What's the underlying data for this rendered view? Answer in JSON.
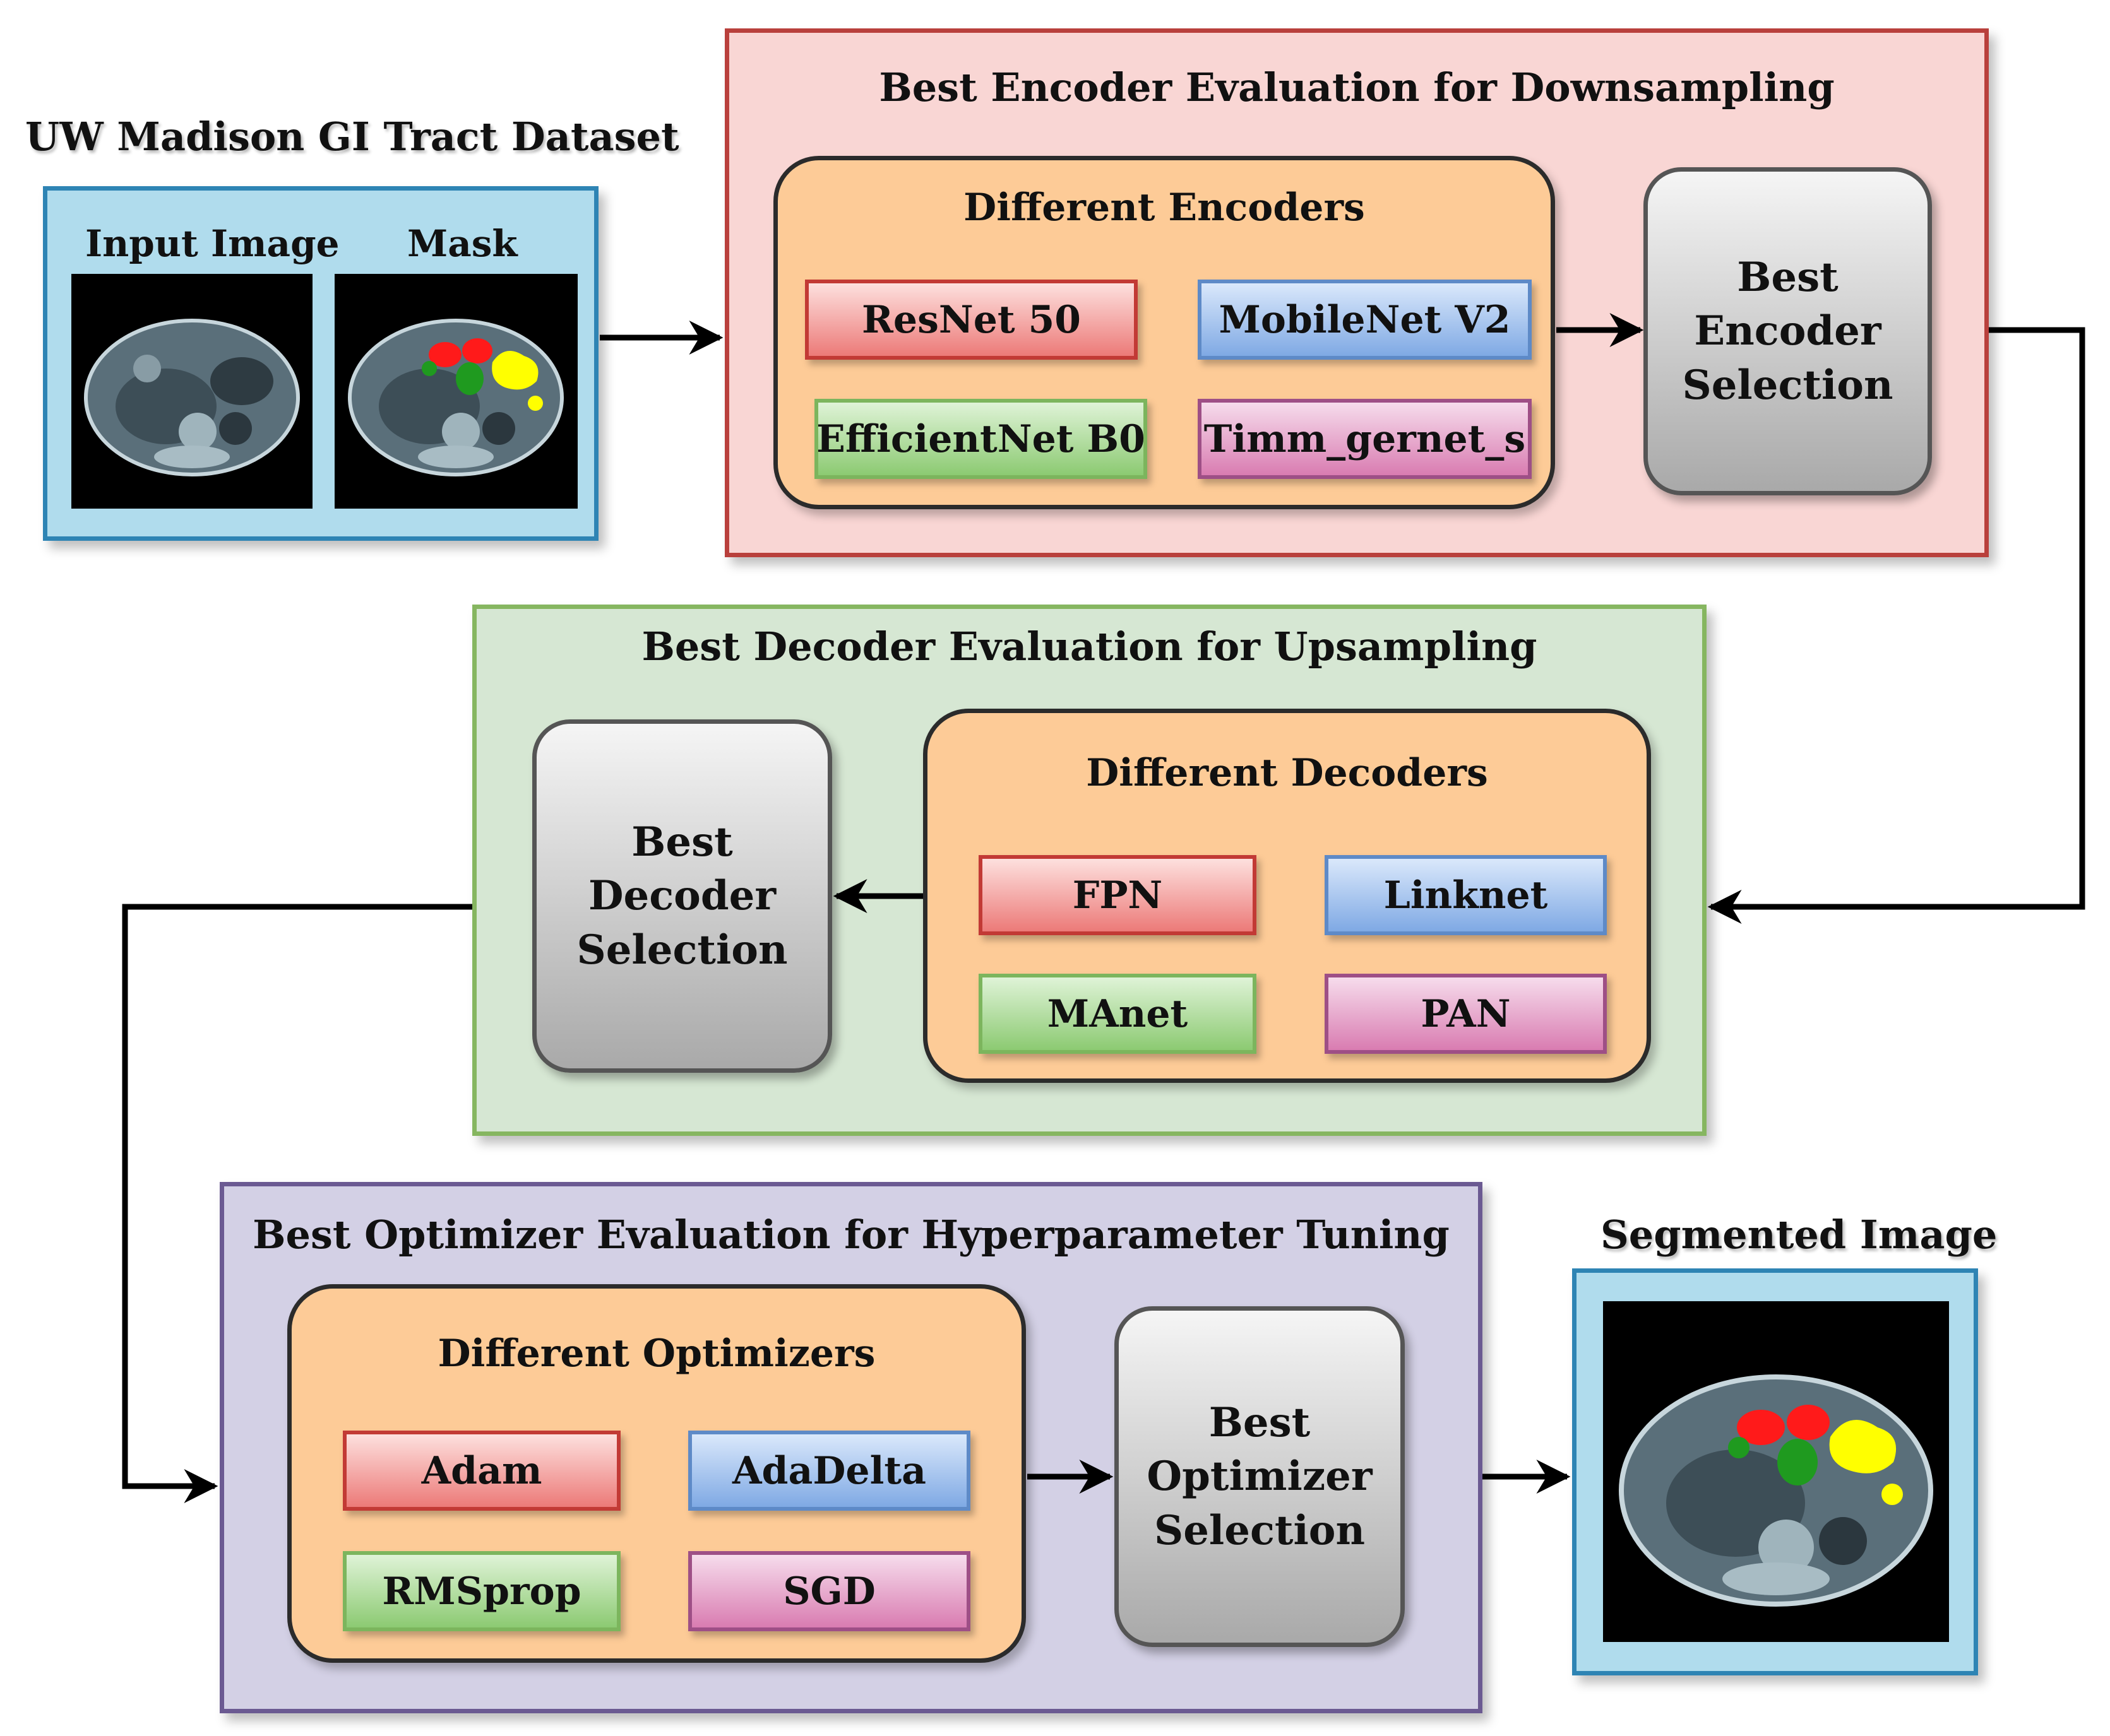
{
  "dataset": {
    "title": "UW Madison GI Tract Dataset",
    "input_label": "Input Image",
    "mask_label": "Mask"
  },
  "encoder": {
    "title": "Best Encoder Evaluation for Downsampling",
    "group_title": "Different Encoders",
    "items": [
      "ResNet 50",
      "MobileNet V2",
      "EfficientNet B0",
      "Timm_gernet_s"
    ],
    "selection": [
      "Best",
      "Encoder",
      "Selection"
    ]
  },
  "decoder": {
    "title": "Best Decoder Evaluation for Upsampling",
    "group_title": "Different Decoders",
    "items": [
      "FPN",
      "Linknet",
      "MAnet",
      "PAN"
    ],
    "selection": [
      "Best",
      "Decoder",
      "Selection"
    ]
  },
  "optimizer": {
    "title": "Best Optimizer Evaluation for Hyperparameter Tuning",
    "group_title": "Different Optimizers",
    "items": [
      "Adam",
      "AdaDelta",
      "RMSprop",
      "SGD"
    ],
    "selection": [
      "Best",
      "Optimizer",
      "Selection"
    ]
  },
  "output": {
    "title": "Segmented Image"
  },
  "colors": {
    "mask_red": "#ff1a1a",
    "mask_green": "#1f9a1f",
    "mask_yellow": "#ffff00"
  }
}
